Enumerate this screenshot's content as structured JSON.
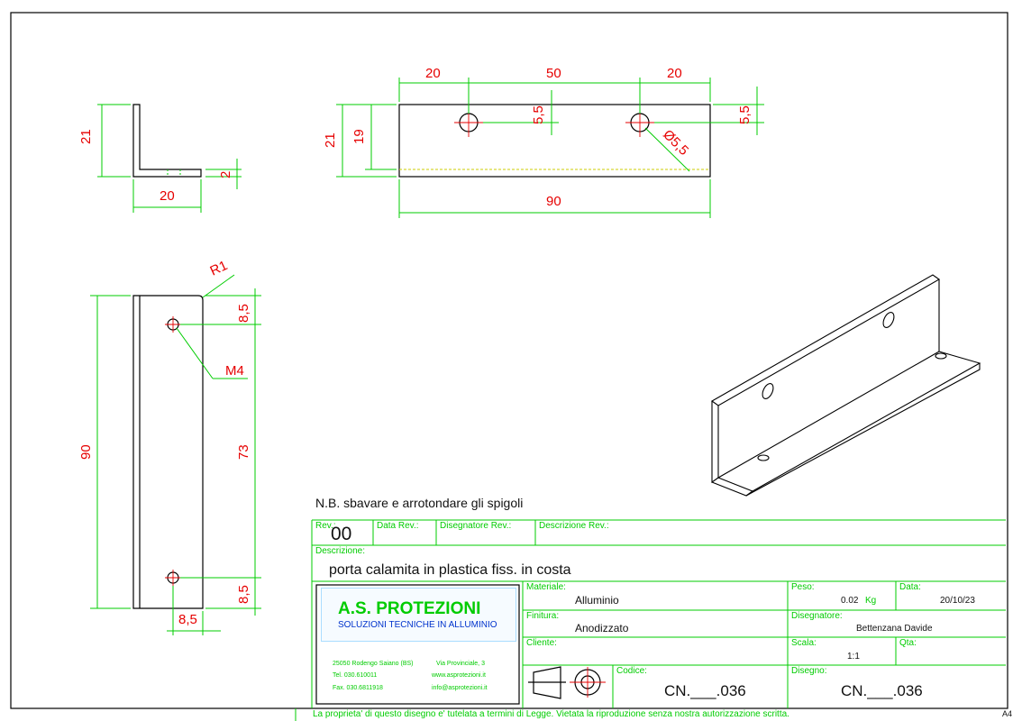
{
  "note": "N.B. sbavare e arrotondare gli spigoli",
  "dimensions": {
    "side_height": "21",
    "side_width": "20",
    "side_thickness": "2",
    "front_left": "20",
    "front_mid": "50",
    "front_right": "20",
    "front_edge_a": "5,5",
    "front_edge_b": "5,5",
    "front_h21": "21",
    "front_h19": "19",
    "hole_dia": "Ø5,5",
    "front_length": "90",
    "plate_radius": "R1",
    "plate_top": "8,5",
    "thread": "M4",
    "plate_length": "90",
    "plate_mid": "73",
    "plate_bottom": "8,5",
    "plate_x": "8,5"
  },
  "title_block": {
    "rev_label": "Rev.:",
    "rev_value": "00",
    "data_rev_label": "Data Rev.:",
    "disegnatore_rev_label": "Disegnatore Rev.:",
    "descrizione_rev_label": "Descrizione Rev.:",
    "descrizione_label": "Descrizione:",
    "descrizione_value": "porta calamita in plastica fiss. in costa",
    "company_name": "A.S. PROTEZIONI",
    "company_tagline": "SOLUZIONI TECNICHE IN ALLUMINIO",
    "address_city": "25050 Rodengo Saiano (BS)",
    "address_street": "Via Provinciale, 3",
    "tel": "Tel.  030.610011",
    "fax": "Fax.  030.6811918",
    "web": "www.asprotezioni.it",
    "email": "info@asprotezioni.it",
    "materiale_label": "Materiale:",
    "materiale_value": "Alluminio",
    "peso_label": "Peso:",
    "peso_value": "0.02",
    "peso_unit": "Kg",
    "data_label": "Data:",
    "data_value": "20/10/23",
    "finitura_label": "Finitura:",
    "finitura_value": "Anodizzato",
    "disegnatore_label": "Disegnatore:",
    "disegnatore_value": "Bettenzana Davide",
    "cliente_label": "Cliente:",
    "scala_label": "Scala:",
    "scala_value": "1:1",
    "qta_label": "Qta:",
    "codice_label": "Codice:",
    "codice_value": "CN.___.036",
    "disegno_label": "Disegno:",
    "disegno_value": "CN.___.036",
    "footer": "La proprieta' di questo disegno e' tutelata a termini di Legge.  Vietata la riproduzione senza nostra autorizzazione scritta.",
    "sheet_size": "A4"
  }
}
